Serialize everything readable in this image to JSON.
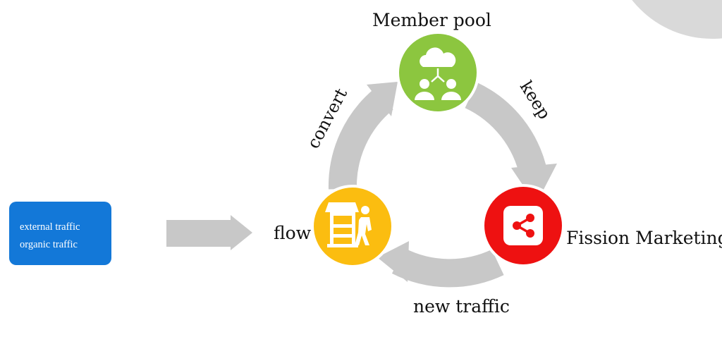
{
  "source_box": {
    "line1": "external traffic",
    "line2": "organic traffic"
  },
  "nodes": {
    "member_pool": {
      "label": "Member pool",
      "color": "#8cc63f",
      "icon": "cloud-users-icon"
    },
    "fission": {
      "label": "Fission Marketing",
      "color": "#ee1111",
      "icon": "share-icon"
    },
    "flow": {
      "label": "flow",
      "color": "#fbbd10",
      "icon": "store-walk-in-icon"
    }
  },
  "edges": {
    "keep": "keep",
    "new_traffic": "new traffic",
    "convert": "convert"
  },
  "colors": {
    "arrow": "#c8c8c8",
    "source_box": "#1378d8",
    "corner_decoration": "#d9d9d9"
  }
}
